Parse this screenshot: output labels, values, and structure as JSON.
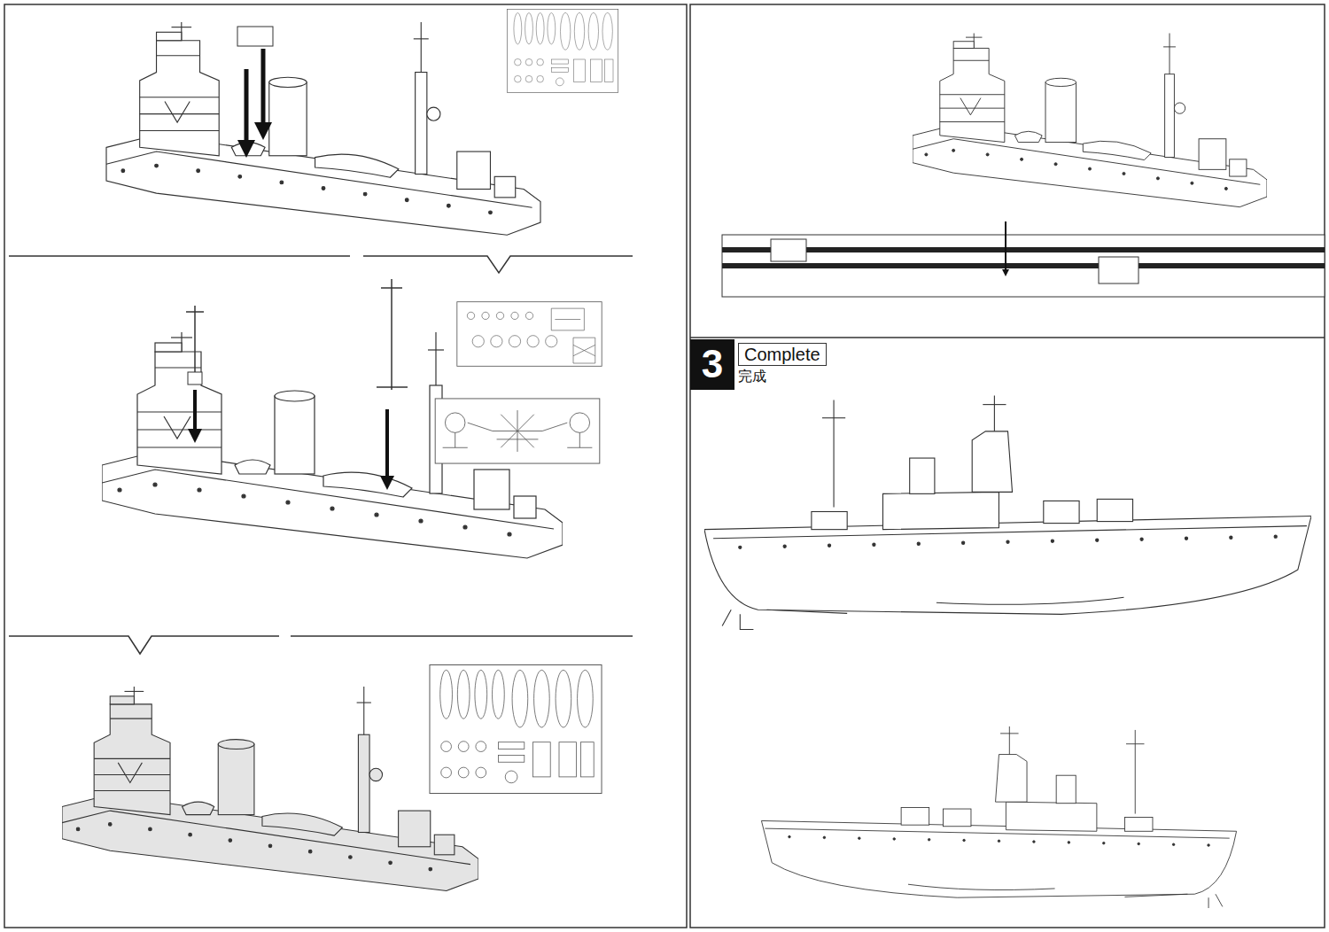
{
  "diagram": {
    "nodes": [
      {
        "text": [
          "3"
        ]
      },
      {
        "text": [
          "Complete",
          "完成"
        ]
      }
    ]
  }
}
